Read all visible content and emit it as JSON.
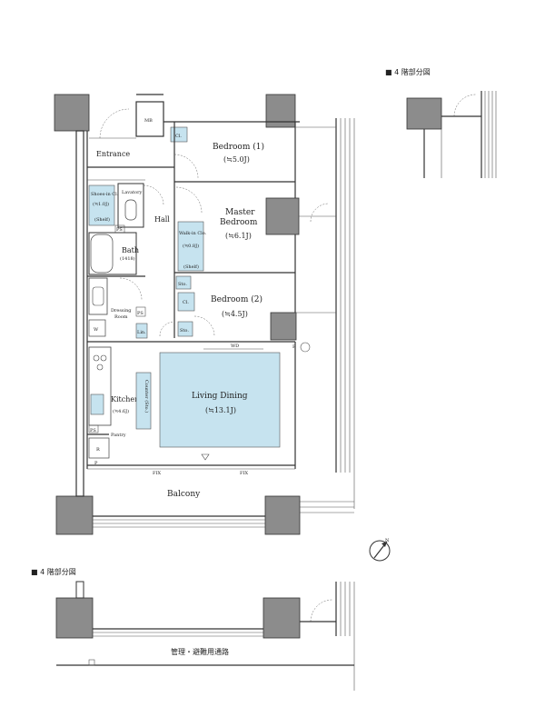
{
  "section_labels": {
    "top_right": "■ 4 階部分図",
    "bottom_left": "■ 4 階部分図"
  },
  "rooms": {
    "mb": "MB",
    "cl1": "Cl.",
    "bedroom1": "Bedroom (1)",
    "bedroom1_size": "(≒5.0J)",
    "entrance": "Entrance",
    "shoes_in": "Shoes-in Cl.",
    "shoes_in_size": "(≒1.0J)",
    "shoes_in_shelf": "(Shelf)",
    "lavatory": "Lavatory",
    "hall": "Hall",
    "master": "Master",
    "bedroom": "Bedroom",
    "master_size": "(≒6.1J)",
    "walkin": "Walk-in Clo.",
    "walkin_size": "(≒0.8J)",
    "walkin_shelf": "(Shelf)",
    "ps1": "PS",
    "bath": "Bath",
    "bath_size": "(1418)",
    "sto1": "Sto.",
    "cl2": "Cl.",
    "bedroom2": "Bedroom (2)",
    "bedroom2_size": "(≒4.5J)",
    "sto2": "Sto.",
    "dressing": "Dressing",
    "dressing2": "Room",
    "ps2": "PS",
    "lin": "Lin.",
    "w": "W",
    "wd": "WD",
    "p_right": "P",
    "living": "Living Dining",
    "living_size": "(≒13.1J)",
    "kitchen": "Kitchen",
    "kitchen_size": "(≒4.6J)",
    "counter": "Counter (Sto.)",
    "ps3": "PS",
    "pantry": "Pantry",
    "r": "R",
    "p_bottom": "P",
    "fix1": "FIX",
    "fix2": "FIX",
    "balcony": "Balcony",
    "corridor": "管理・避難用通路"
  },
  "compass": {
    "label": "N"
  },
  "colors": {
    "room_fill": "#c6e3ef",
    "column": "#8c8c8c",
    "line": "#333333"
  }
}
